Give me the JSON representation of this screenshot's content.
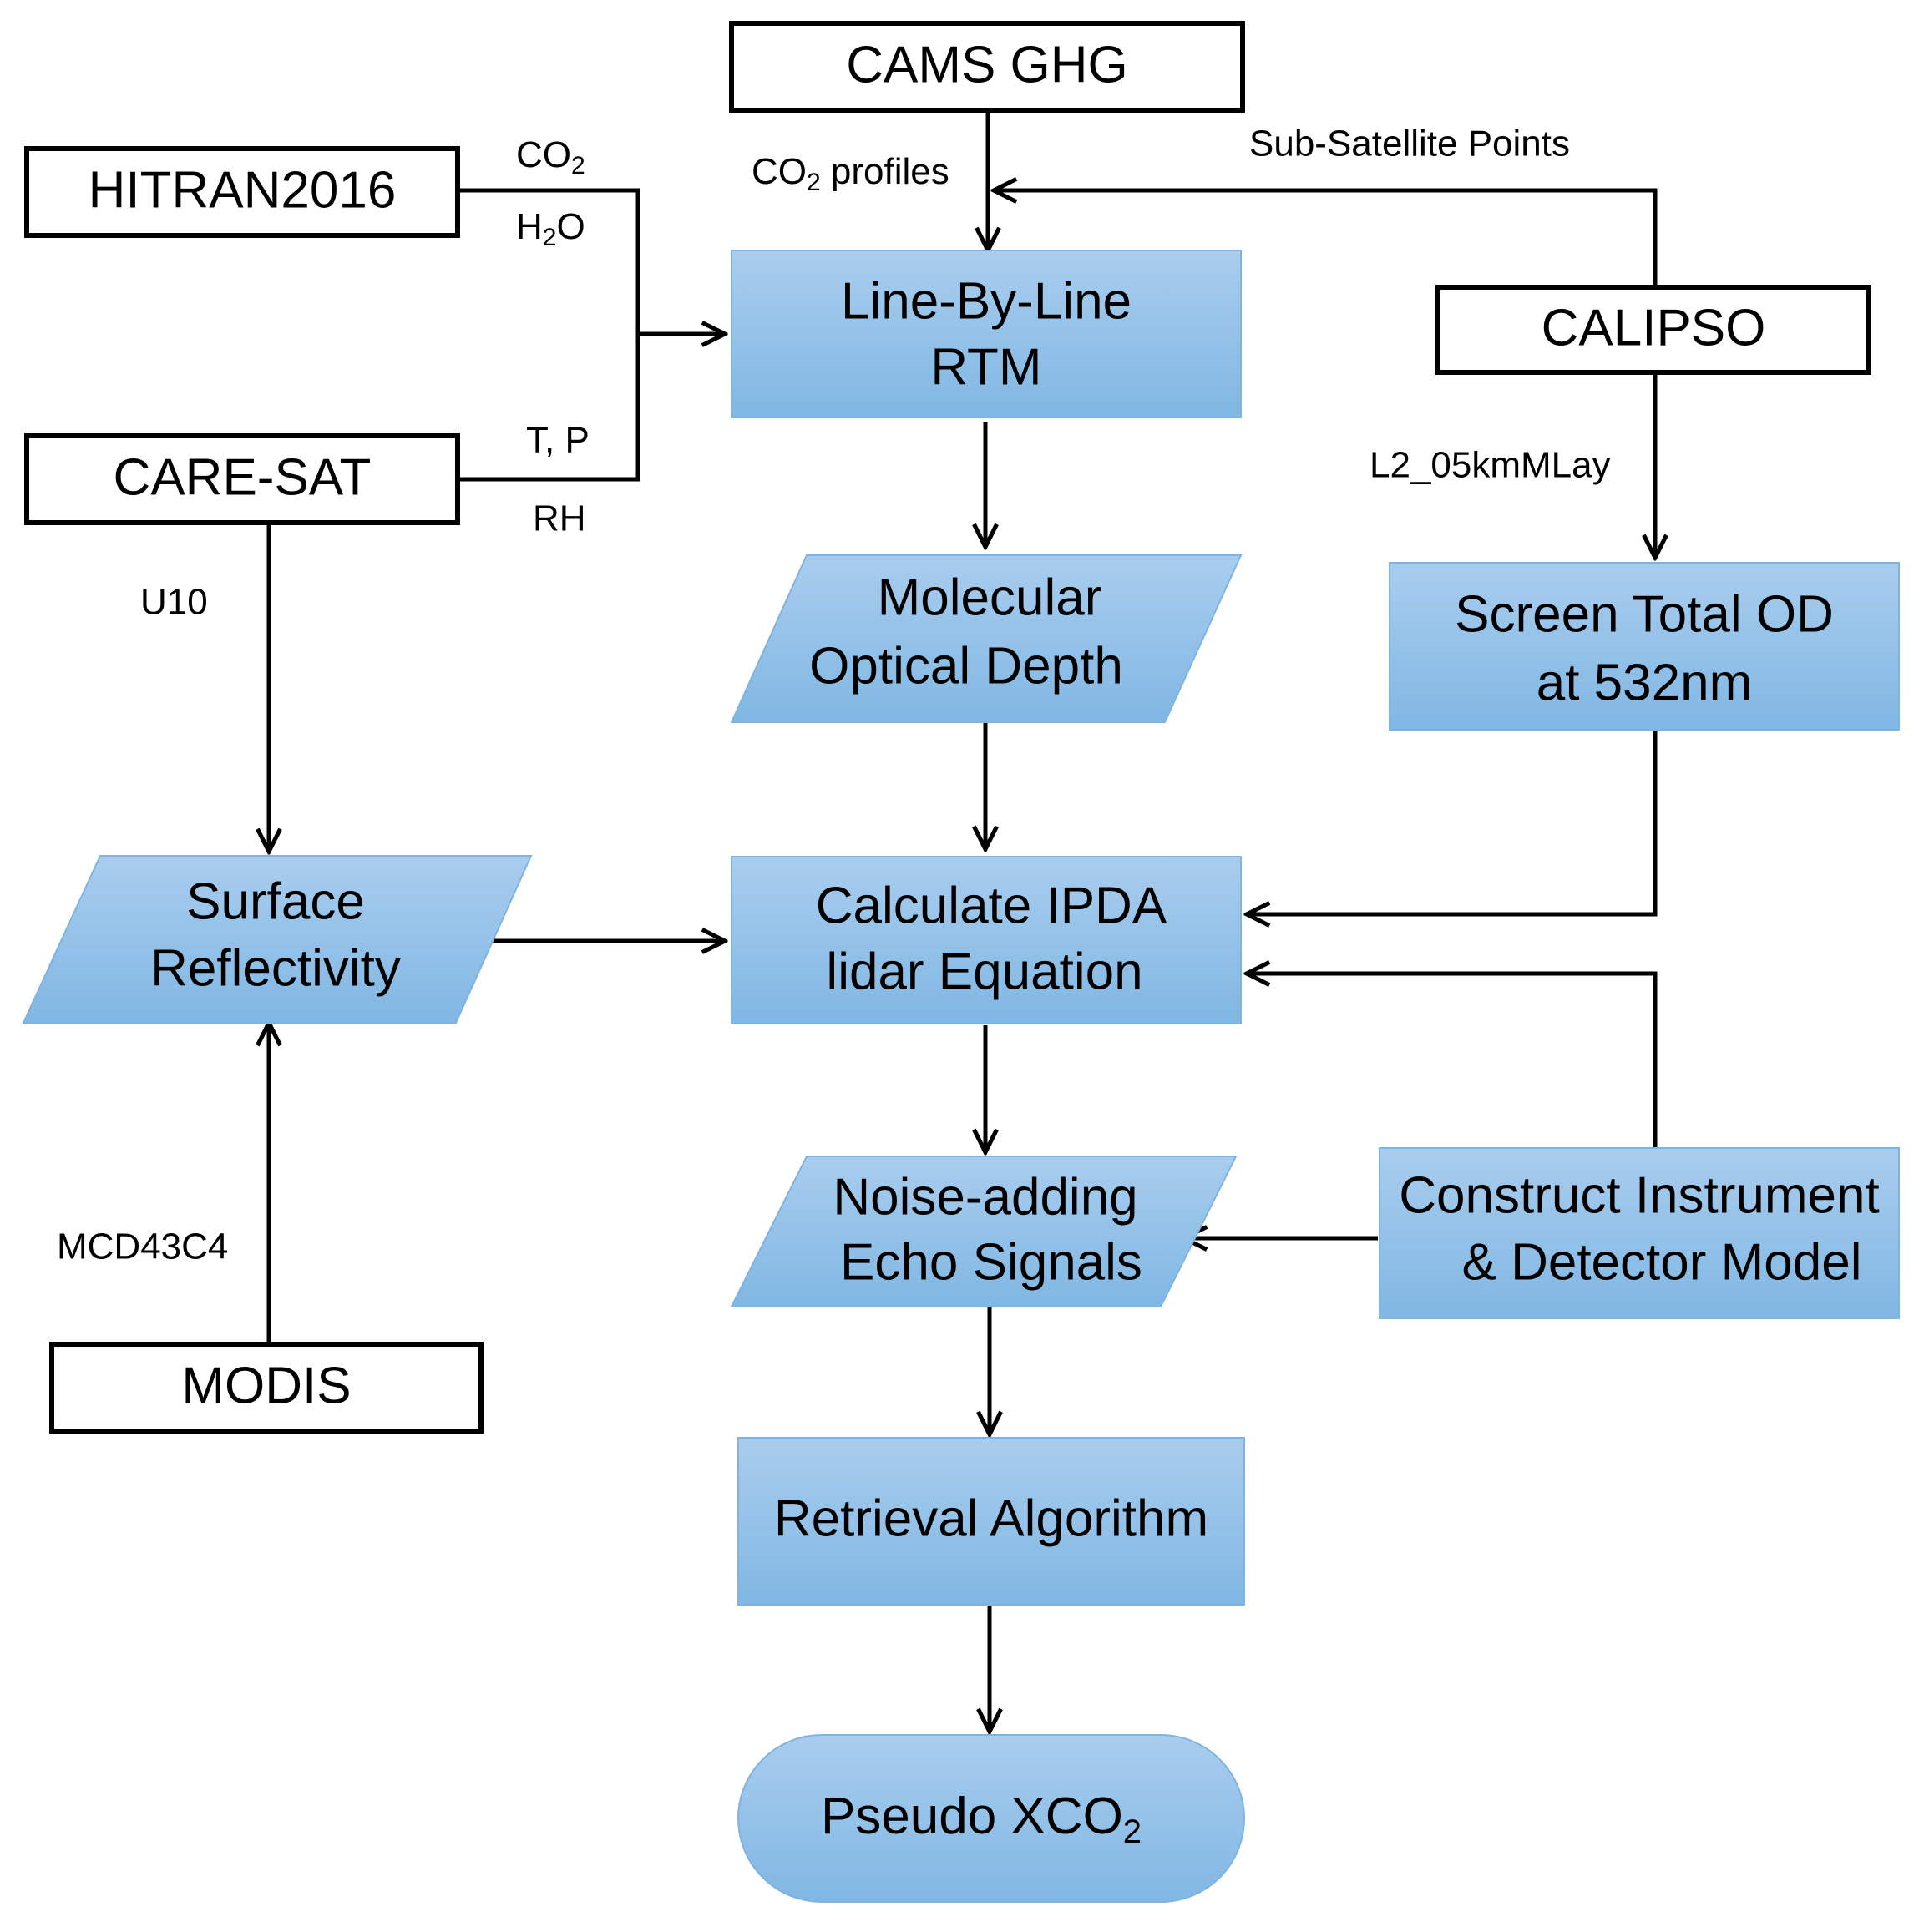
{
  "colors": {
    "process_gradient_top": "#a9cdee",
    "process_gradient_bottom": "#80b7e3",
    "process_border": "#7fb4e0",
    "source_border": "#000000",
    "line": "#000000"
  },
  "nodes": {
    "cams_ghg": "CAMS GHG",
    "hitran2016": "HITRAN2016",
    "care_sat": "CARE-SAT",
    "calipso": "CALIPSO",
    "modis": "MODIS",
    "line_by_line_rtm": [
      "Line-By-Line",
      "RTM"
    ],
    "molecular_optical_depth": [
      "Molecular",
      "Optical Depth"
    ],
    "screen_total_od": [
      "Screen Total OD",
      "at 532nm"
    ],
    "surface_reflectivity": [
      "Surface",
      "Reflectivity"
    ],
    "calculate_ipda": [
      "Calculate IPDA",
      "lidar Equation"
    ],
    "noise_adding": [
      "Noise-adding",
      "Echo Signals"
    ],
    "construct_instrument": [
      "Construct Instrument",
      "& Detector Model"
    ],
    "retrieval_algorithm": "Retrieval Algorithm",
    "pseudo_xco2": {
      "main": "Pseudo XCO",
      "sub": "2"
    }
  },
  "edge_labels": {
    "co2": {
      "main": "CO",
      "sub": "2"
    },
    "h2o": {
      "pre": "H",
      "sub": "2",
      "post": "O"
    },
    "tp": "T, P",
    "rh": "RH",
    "co2_profiles": {
      "pre": "CO",
      "sub": "2",
      "post": " profiles"
    },
    "sub_satellite_points": "Sub-Satellite Points",
    "l2_05kmmlay": "L2_05kmMLay",
    "u10": "U10",
    "mcd43c4": "MCD43C4"
  }
}
